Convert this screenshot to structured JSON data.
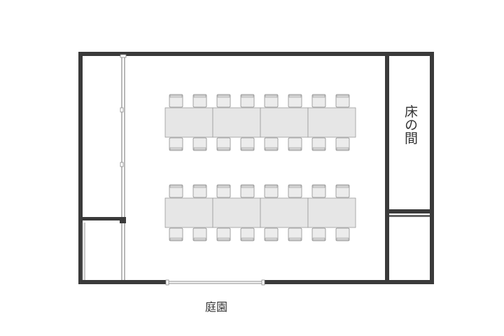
{
  "labels": {
    "tokonoma": "床の間",
    "garden": "庭園"
  },
  "layout": {
    "table_groups": 2,
    "tables_per_group": 4,
    "chairs_per_side": 8
  },
  "colors": {
    "wall": "#3a3a3a",
    "table_fill": "#e6e6e6",
    "table_stroke": "#9a9a9a",
    "chair_fill": "#ececec",
    "chair_stroke": "#8e8e8e",
    "thin_line": "#8a8a8a",
    "text": "#333333"
  }
}
